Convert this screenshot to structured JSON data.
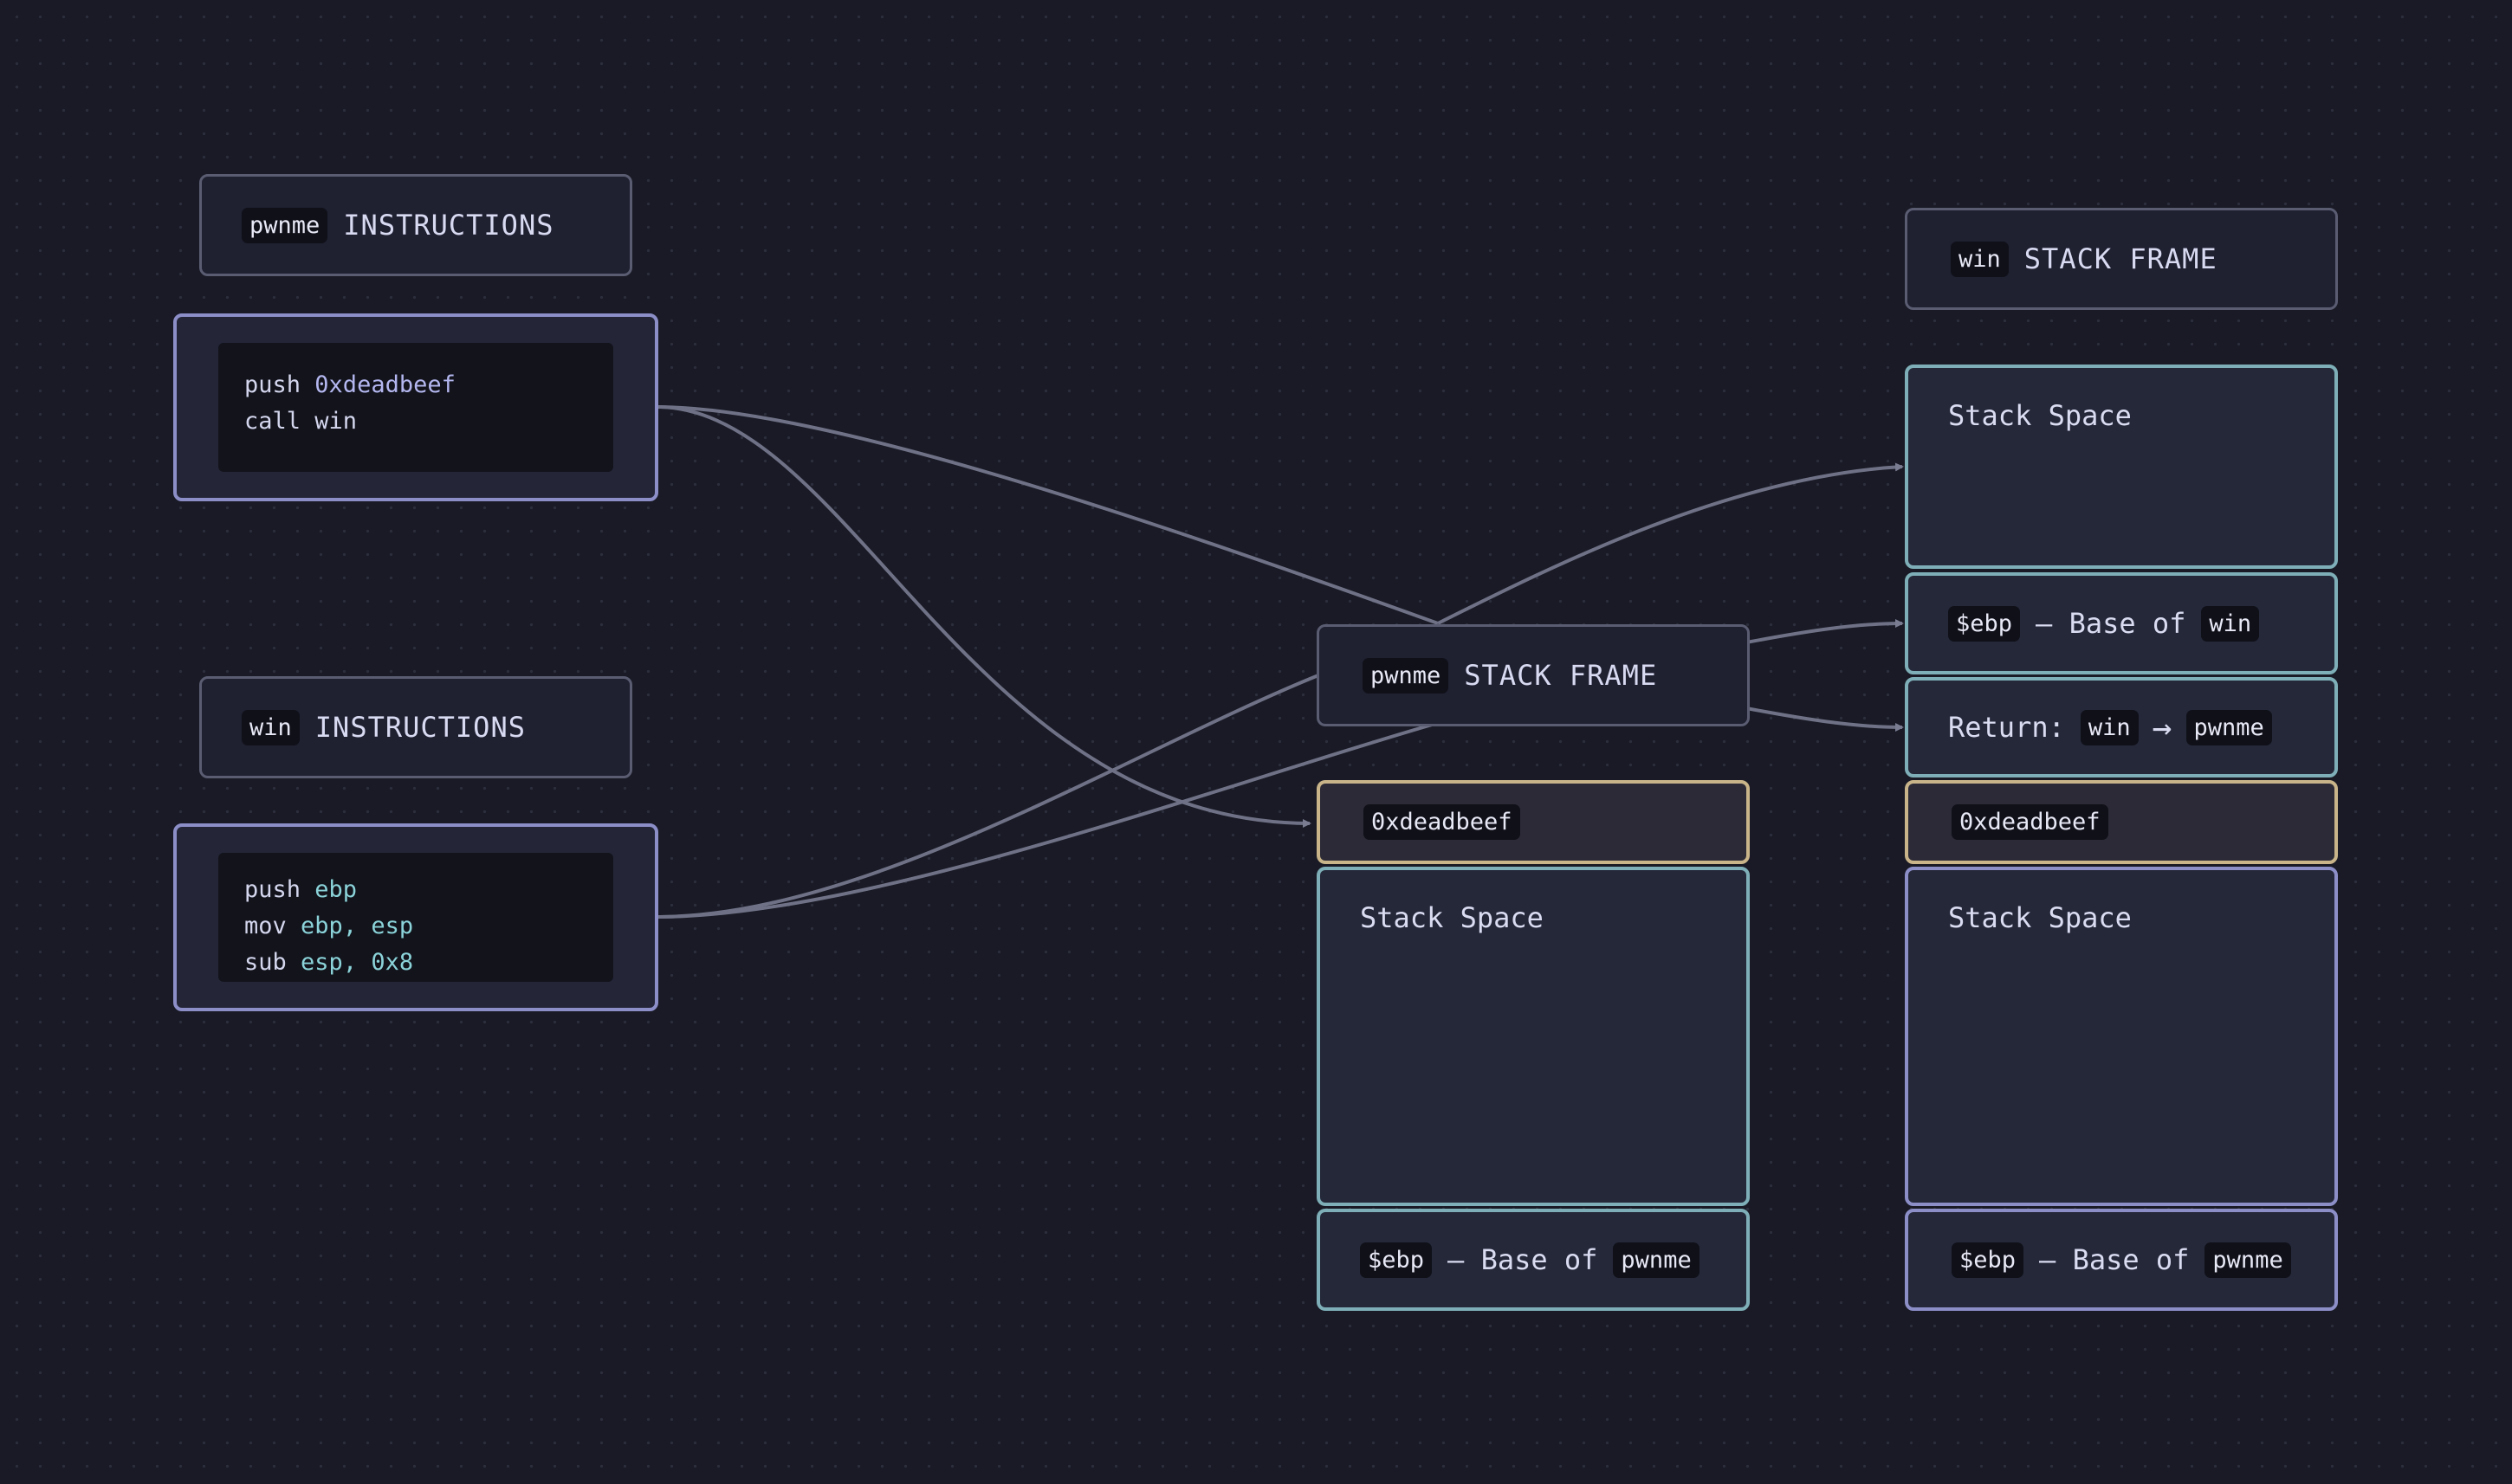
{
  "pwnme_instructions": {
    "tag": "pwnme",
    "label": "INSTRUCTIONS"
  },
  "pwnme_code": [
    {
      "op": "push",
      "args": "0xdeadbeef"
    },
    {
      "op": "call",
      "args": "win"
    }
  ],
  "win_instructions": {
    "tag": "win",
    "label": "INSTRUCTIONS"
  },
  "win_code": [
    {
      "op": "push",
      "args": "ebp"
    },
    {
      "op": "mov",
      "args": "ebp, esp"
    },
    {
      "op": "sub",
      "args": "esp, 0x8"
    }
  ],
  "pwnme_frame": {
    "tag": "pwnme",
    "label": "STACK FRAME",
    "pushed_value": "0xdeadbeef",
    "stack_space": "Stack Space",
    "ebp_label": "$ebp",
    "ebp_text": "– Base of",
    "ebp_tag": "pwnme"
  },
  "win_frame": {
    "tag": "win",
    "label": "STACK FRAME",
    "stack_space": "Stack Space",
    "ebp_label": "$ebp",
    "ebp_text": "– Base of",
    "ebp_tag": "win",
    "return_label": "Return:",
    "return_from": "win",
    "return_arrow": "→",
    "return_to": "pwnme",
    "pushed_value": "0xdeadbeef",
    "lower_stack_space": "Stack Space",
    "lower_ebp_label": "$ebp",
    "lower_ebp_text": "– Base of",
    "lower_ebp_tag": "pwnme"
  },
  "colors": {
    "background": "#191a25",
    "teal_border": "#7eafb8",
    "purple_border": "#8c8ec8",
    "gold_border": "#c9b48a",
    "connector": "#6f7186"
  }
}
